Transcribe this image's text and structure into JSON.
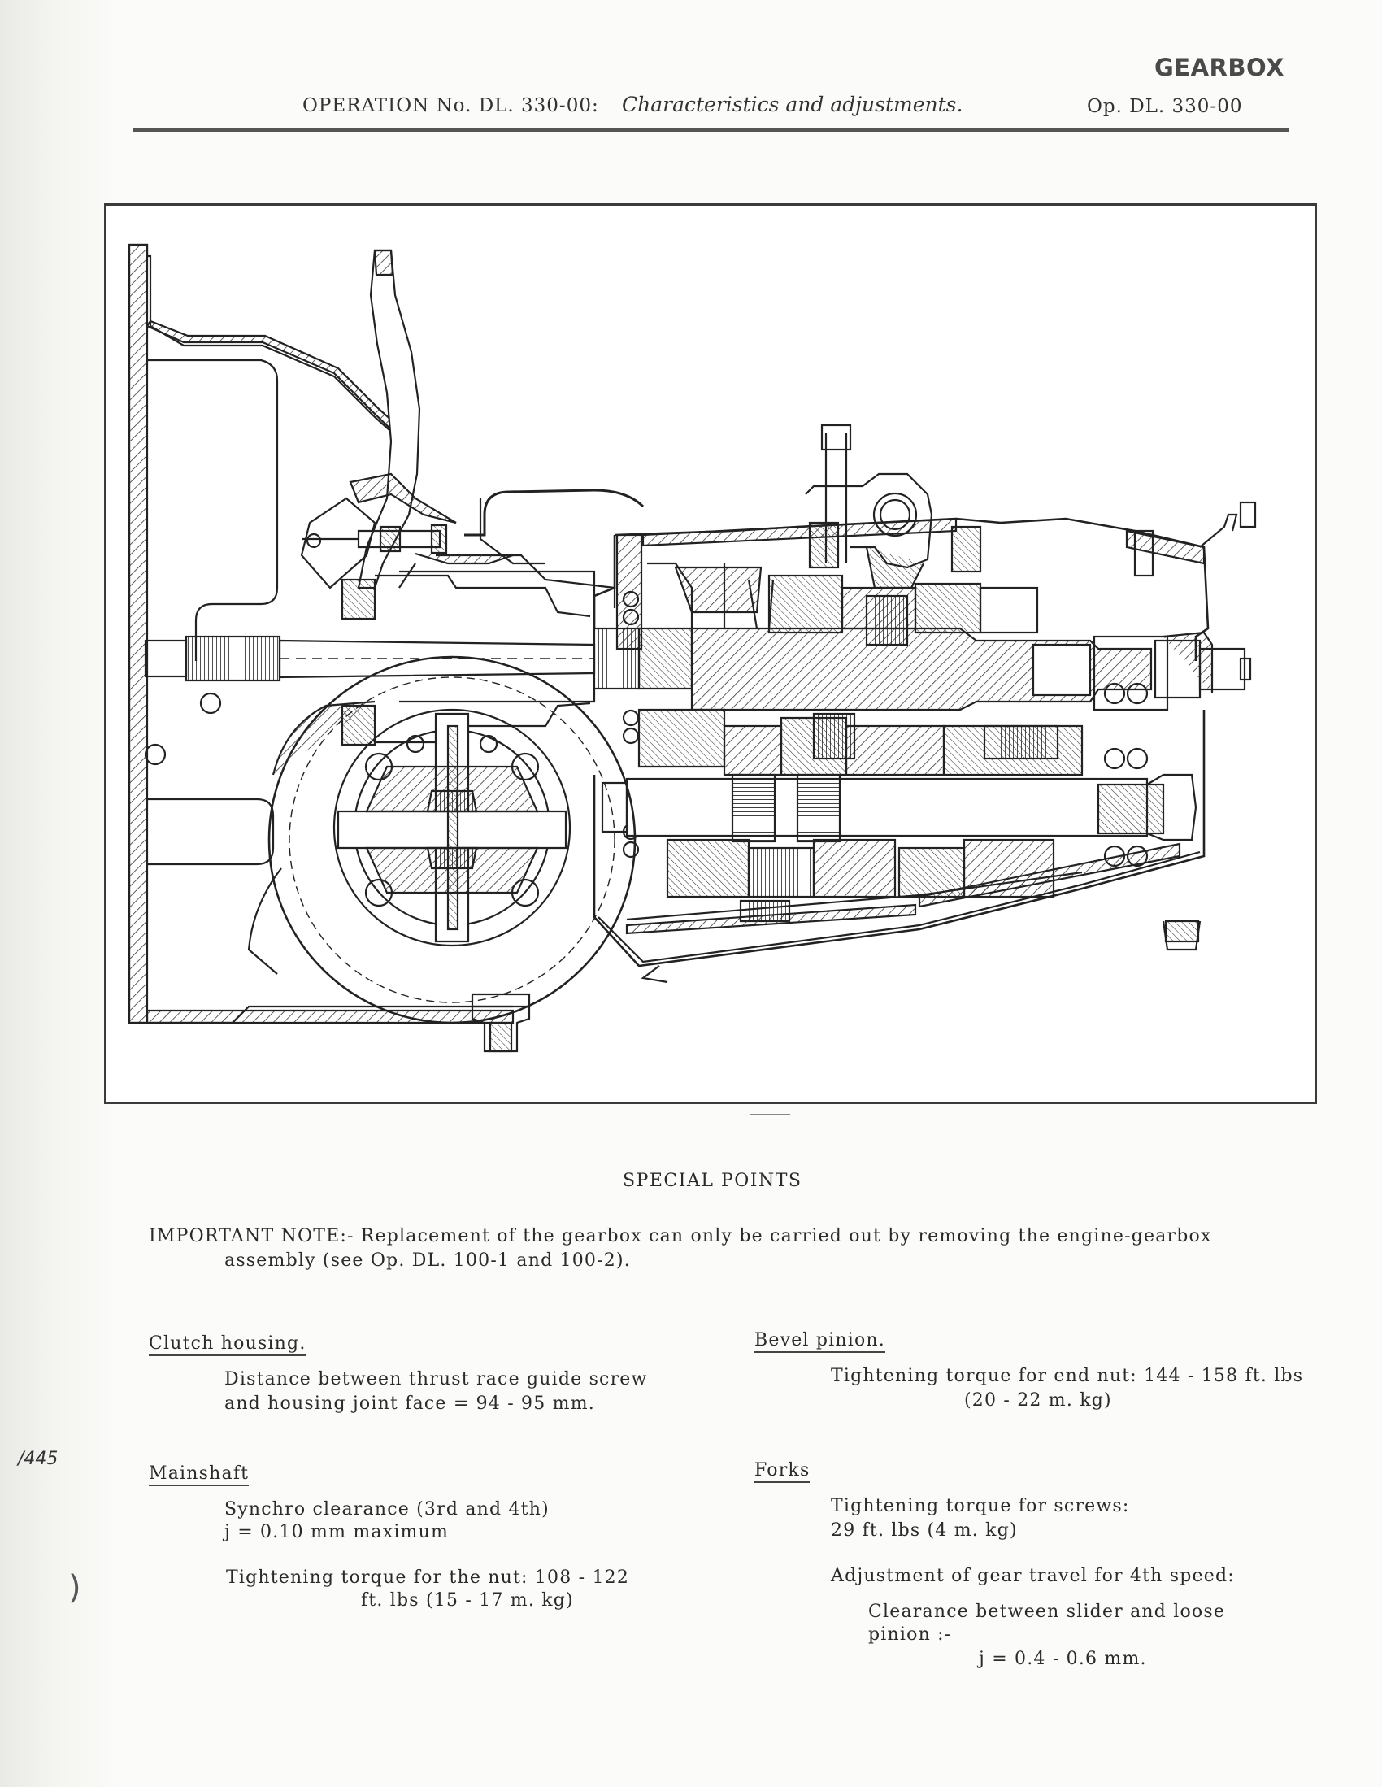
{
  "header": {
    "section_tag": "GEARBOX",
    "operation_label": "OPERATION No. DL. 330-00:",
    "operation_title": "Characteristics and adjustments.",
    "operation_ref": "Op. DL. 330-00"
  },
  "special_points": {
    "heading": "SPECIAL POINTS",
    "note_line1": "IMPORTANT NOTE:- Replacement of the gearbox can only be carried out by removing the engine-gearbox",
    "note_line2": "assembly (see Op. DL. 100-1 and 100-2)."
  },
  "clutch_housing": {
    "heading": "Clutch housing.",
    "line1": "Distance between thrust race guide screw",
    "line2": "and housing joint face = 94 - 95 mm."
  },
  "mainshaft": {
    "heading": "Mainshaft",
    "line1": "Synchro clearance (3rd and 4th)",
    "line2": "j = 0.10 mm maximum",
    "line3": "Tightening torque for the nut: 108 - 122",
    "line4": "ft. lbs (15 - 17 m. kg)"
  },
  "bevel_pinion": {
    "heading": "Bevel pinion.",
    "line1": "Tightening torque for end nut: 144 - 158 ft. lbs",
    "line2": "(20 - 22 m. kg)"
  },
  "forks": {
    "heading": "Forks",
    "line1": "Tightening torque for screws:",
    "line2": "29 ft. lbs (4 m. kg)",
    "line3": "Adjustment of gear travel for 4th speed:",
    "line4": "Clearance between slider and loose",
    "line5": "pinion :-",
    "line6": "j = 0.4 - 0.6 mm."
  },
  "margin": {
    "page_number": "/445",
    "paren": ")"
  }
}
